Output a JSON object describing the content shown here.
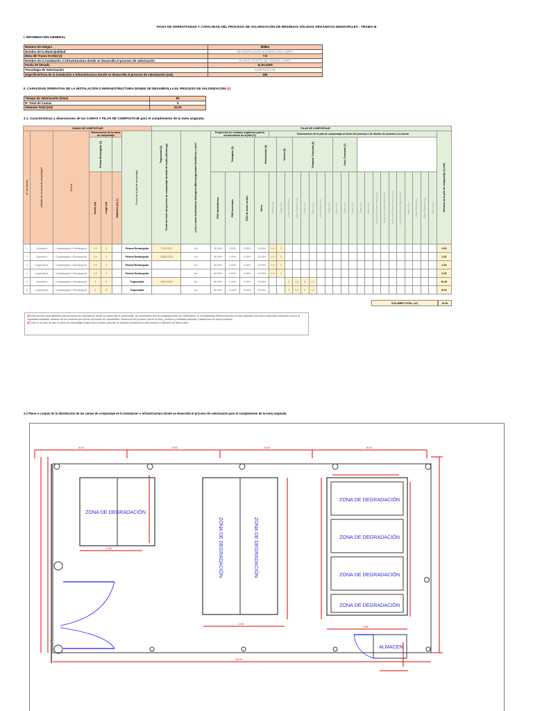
{
  "document": {
    "title": "FICHA DE OPERATIVIDAD Y CAPACIDAD DEL PROCESO DE VALORIZACIÓN DE RESIDUOS SÓLIDOS ORGÁNICOS MUNICIPALES - TRAMO III"
  },
  "section1": {
    "heading": "I. INFORMACIÓN GENERAL",
    "rows": [
      {
        "label": "Número de Ubigeo",
        "value": "50804"
      },
      {
        "label": "Nombre de la Municipalidad",
        "value": "MUNICIPALIDAD DISTRITAL DE LAMPA"
      },
      {
        "label": "Meta del Tramo III 2024 (t)",
        "value": "7.8"
      },
      {
        "label": "Nombre de la instalación ó infraestructura donde se desarrolla el proceso de valorización",
        "value": "PLANTA PILOTO DE VRSOM LAMPA"
      },
      {
        "label": "Fecha de llenado",
        "value": "11.02.2025"
      },
      {
        "label": "Tecnología de Valorización",
        "value": "COMPOSTAJE"
      },
      {
        "label": "Superficie/Área de la instalación o infraestructura donde se desarrolla el proceso de valorización (m2)",
        "value": "150"
      }
    ]
  },
  "section2": {
    "heading": "II. CAPACIDAD OPERATIVA DE LA INSTALACIÓN O INFRAESTRUCTURA DONDE SE DESARROLLA EL PROCESO DE VALORIZACIÓN",
    "heading_ref": "(1)",
    "rows": [
      {
        "label": "Tiempo de Valorización (Días)",
        "value": "90"
      },
      {
        "label": "N° Total de Camas",
        "value": "6"
      },
      {
        "label": "Volumen Total (m3)",
        "value": "33.30"
      }
    ],
    "subheading": "2.1. Características y dimensiones de las CAMAS Y PILAS DE COMPOSTAJE para el cumplimiento de la meta asignada."
  },
  "table": {
    "group_camas": "CAMAS DE COMPOSTAJE",
    "group_pilas": "PILAS DE COMPOSTAJE",
    "dims_header": "Dimensiones de la pila de compostaje al inicio del proceso ó de diseño de acuerdo a su forma",
    "col_n": "N° de Camas",
    "col_estado": "¿Estado de la cama de compostaje?",
    "col_forma": "Forma",
    "col_dim_cama": "Dimensiones de la cama de compostaje",
    "col_ancho": "Ancho (m)",
    "col_largo": "Largo (m)",
    "col_diametro": "Diámetro (m)",
    "col_diametro_ref": "(2)",
    "col_forma_pila": "Forma de la pila de compostaje",
    "col_fecha": "Fecha de inicio del proceso de compostaje /armado de la pila (dd-mm-yy)",
    "col_acel": "¿Usa o usará Aceleradores biológicos (Microorganismos Benéficos) u otro?",
    "col_prop": "Proporción de residuos orgánicos para la conformación de la pila (%)",
    "col_rso_dom": "RSO domiciliarios",
    "col_rso_merc": "RSO mercados",
    "col_rso_verde": "RSO de áreas verdes",
    "col_otros": "Otros",
    "shapes": [
      {
        "name": "Prisma Rectangular (1)",
        "subs": [
          "Ancho (m)",
          "Largo (m)"
        ]
      },
      {
        "name": "Trapezoidal (2)",
        "subs": [
          "Base inferior (m)",
          "Base Superior (m)",
          "Largo (m)",
          "Altura (m)"
        ]
      },
      {
        "name": "Triangular (3)",
        "subs": [
          "Ancho/Base (m)",
          "Largo (m)",
          "Altura (m)"
        ]
      },
      {
        "name": "Semicircular (4)",
        "subs": [
          "Base (m)",
          "Largo (m)"
        ]
      },
      {
        "name": "Cónica (5)",
        "subs": [
          "Base (m)",
          "Altura (m)"
        ]
      },
      {
        "name": "Pirámide Truncado (6)",
        "subs": [
          "Ancho de la Base inferior(m)",
          "Largo de la base inferior(m)",
          "Ancho de la Base superior (m)",
          "Largo de la Base superior (m)",
          "Altura (m)"
        ]
      },
      {
        "name": "Cono Truncado (7)",
        "subs": [
          "Base inferior (m)",
          "Base Superior (m)",
          "Altura (m)"
        ]
      }
    ],
    "col_volumen": "Volumen de la pila de compostaje (*) (m3)",
    "rows": [
      {
        "n": "1",
        "estado": "Operativa",
        "forma": "Cuadrangular o Rectangular",
        "ancho": "1.5",
        "largo": "3",
        "diam": "",
        "forma_pila": "Prisma Rectangular",
        "fecha": "7/01/2025",
        "acel": "No",
        "dom": "80.00%",
        "merc": "0.00%",
        "verde": "5.00%",
        "otros": "15.00%",
        "pr_a": "1.5",
        "pr_l": "3",
        "tz_bi": "",
        "tz_bs": "",
        "tz_l": "",
        "tz_h": "",
        "vol": "2.25"
      },
      {
        "n": "2",
        "estado": "Operativa",
        "forma": "Cuadrangular o Rectangular",
        "ancho": "1.5",
        "largo": "3",
        "diam": "",
        "forma_pila": "Prisma Rectangular",
        "fecha": "28/01/2025",
        "acel": "No",
        "dom": "80.00%",
        "merc": "0.00%",
        "verde": "5.00%",
        "otros": "15.00%",
        "pr_a": "1.5",
        "pr_l": "3",
        "tz_bi": "",
        "tz_bs": "",
        "tz_l": "",
        "tz_h": "",
        "vol": "2.25"
      },
      {
        "n": "3",
        "estado": "Inoperativa",
        "forma": "Cuadrangular o Rectangular",
        "ancho": "1.5",
        "largo": "3",
        "diam": "",
        "forma_pila": "Prisma Rectangular",
        "fecha": "",
        "acel": "No",
        "dom": "80.00%",
        "merc": "0.00%",
        "verde": "5.00%",
        "otros": "15.00%",
        "pr_a": "1.5",
        "pr_l": "3",
        "tz_bi": "",
        "tz_bs": "",
        "tz_l": "",
        "tz_h": "",
        "vol": "2.25"
      },
      {
        "n": "4",
        "estado": "Inoperativa",
        "forma": "Cuadrangular o Rectangular",
        "ancho": "1.5",
        "largo": "3",
        "diam": "",
        "forma_pila": "Prisma Rectangular",
        "fecha": "",
        "acel": "No",
        "dom": "80.00%",
        "merc": "0.00%",
        "verde": "5.00%",
        "otros": "15.00%",
        "pr_a": "1.5",
        "pr_l": "3",
        "tz_bi": "",
        "tz_bs": "",
        "tz_l": "",
        "tz_h": "",
        "vol": "2.25"
      },
      {
        "n": "5",
        "estado": "Operativa",
        "forma": "Cuadrangular o Rectangular",
        "ancho": "3",
        "largo": "6",
        "diam": "",
        "forma_pila": "Trapezoidal",
        "fecha": "18/11/2024",
        "acel": "No",
        "dom": "80.00%",
        "merc": "0.00%",
        "verde": "5.00%",
        "otros": "15.00%",
        "pr_a": "",
        "pr_l": "",
        "tz_bi": "3",
        "tz_bs": "1.5",
        "tz_l": "6",
        "tz_h": "1.2",
        "vol": "16.20"
      },
      {
        "n": "6",
        "estado": "Inoperativa",
        "forma": "Cuadrangular o Rectangular",
        "ancho": "3",
        "largo": "3",
        "diam": "",
        "forma_pila": "Trapezoidal",
        "fecha": "",
        "acel": "No",
        "dom": "80.00%",
        "merc": "0.00%",
        "verde": "5.00%",
        "otros": "15.00%",
        "pr_a": "",
        "pr_l": "",
        "tz_bi": "3",
        "tz_bs": "1.5",
        "tz_l": "3",
        "tz_h": "1.2",
        "vol": "8.10"
      }
    ],
    "total_label": "VOLUMEN TOTAL (m³)",
    "total_value": "33.30"
  },
  "notes": {
    "n1_ref": "(1)",
    "n1": "Esta sección está diseñado para procesos de valorización donde se desarrolle el compostaje, de presentarse otra tecnología/proceso de valorización, la municipalidad deberá describir en este apartado el proceso específico indicando cual es la capacidad instalada, volumen de los residuos que entran al proceso de valorización, frecuencia del proceso (veces al mes), producto y cantidad obtenido y destino/uso de dicho producto.",
    "n2_ref": "(2)",
    "n2": "Solo en el caso de que la cama de compostaje tenga forma circular, para ello se deberá considerar en esta sección el diámetro de dicha cama."
  },
  "plan": {
    "heading": "2.2 Plano ó croquis de la distribución de las camas de compostaje en la instalación o infraestructura donde se desarrolla el proceso de valorización para el cumplimiento de la meta asignada.",
    "zone_label": "ZONA DE DEGRADACIÓN",
    "storage_label": "ALMACEN",
    "colors": {
      "walls": "#333333",
      "dimensions": "#e00000",
      "labels": "#2b2bd8",
      "doors": "#1a1aff"
    }
  }
}
